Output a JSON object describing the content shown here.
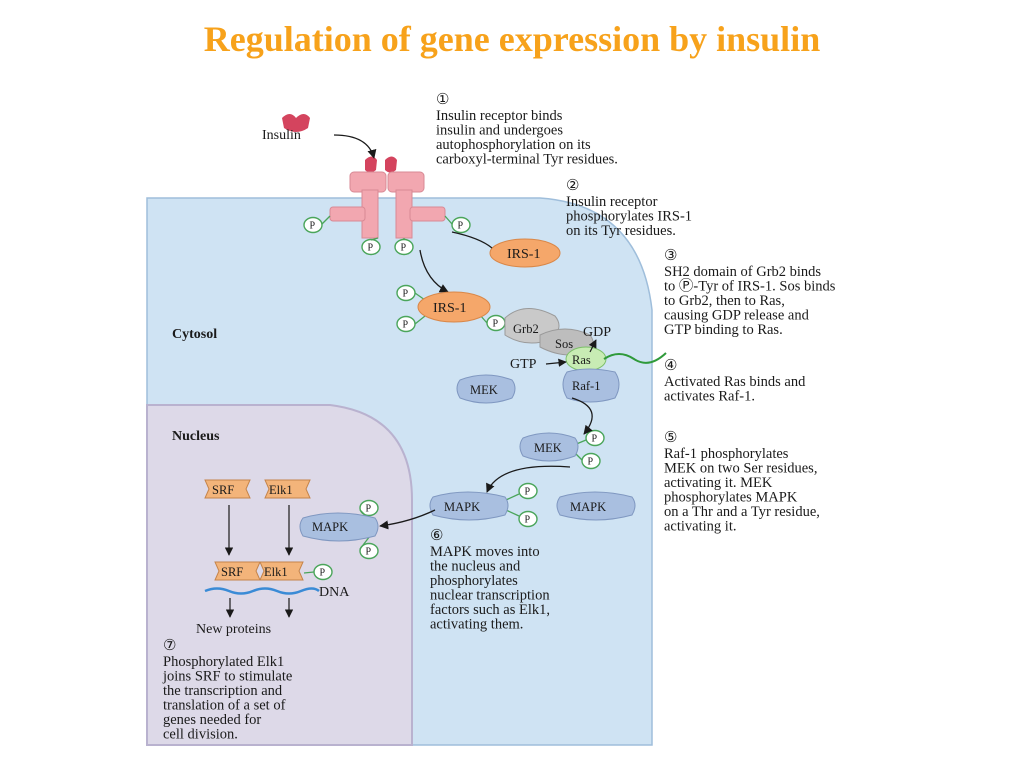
{
  "title": "Regulation of gene expression by insulin",
  "diagram": {
    "labels": {
      "insulin": "Insulin",
      "cytosol": "Cytosol",
      "nucleus": "Nucleus",
      "irs1": "IRS-1",
      "grb2": "Grb2",
      "sos": "Sos",
      "ras": "Ras",
      "gdp": "GDP",
      "gtp": "GTP",
      "raf1": "Raf-1",
      "mek": "MEK",
      "mapk": "MAPK",
      "srf": "SRF",
      "elk1": "Elk1",
      "dna": "DNA",
      "new_proteins": "New proteins",
      "p": "P"
    },
    "steps": [
      {
        "num": "①",
        "lines": [
          "Insulin receptor binds",
          "insulin and undergoes",
          "autophosphorylation on its",
          "carboxyl-terminal Tyr residues."
        ]
      },
      {
        "num": "②",
        "lines": [
          "Insulin receptor",
          "phosphorylates IRS-1",
          "on its Tyr residues."
        ]
      },
      {
        "num": "③",
        "lines": [
          "SH2 domain of Grb2 binds",
          "to Ⓟ-Tyr of IRS-1. Sos binds",
          "to Grb2, then to Ras,",
          "causing GDP release and",
          "GTP binding to Ras."
        ]
      },
      {
        "num": "④",
        "lines": [
          "Activated Ras binds and",
          "activates Raf-1."
        ]
      },
      {
        "num": "⑤",
        "lines": [
          "Raf-1 phosphorylates",
          "MEK on two Ser residues,",
          "activating it. MEK",
          "phosphorylates MAPK",
          "on a Thr and a Tyr residue,",
          "activating it."
        ]
      },
      {
        "num": "⑥",
        "lines": [
          "MAPK moves into",
          "the nucleus and",
          "phosphorylates",
          "nuclear transcription",
          "factors such as Elk1,",
          "activating them."
        ]
      },
      {
        "num": "⑦",
        "lines": [
          "Phosphorylated Elk1",
          "joins SRF to stimulate",
          "the transcription and",
          "translation of a set of",
          "genes needed for",
          "cell division."
        ]
      }
    ]
  },
  "colors": {
    "title": "#f7a21b",
    "cytosol": "#cfe3f3",
    "nucleus": "#ddd9e8",
    "receptor": "#f2a7b0",
    "irs1": "#f5a76a",
    "kinase": "#a9bfe0",
    "ras": "#c8ecb4",
    "tf": "#f3b47a",
    "insulin": "#d4445e",
    "phospho": "#4aa55a"
  }
}
